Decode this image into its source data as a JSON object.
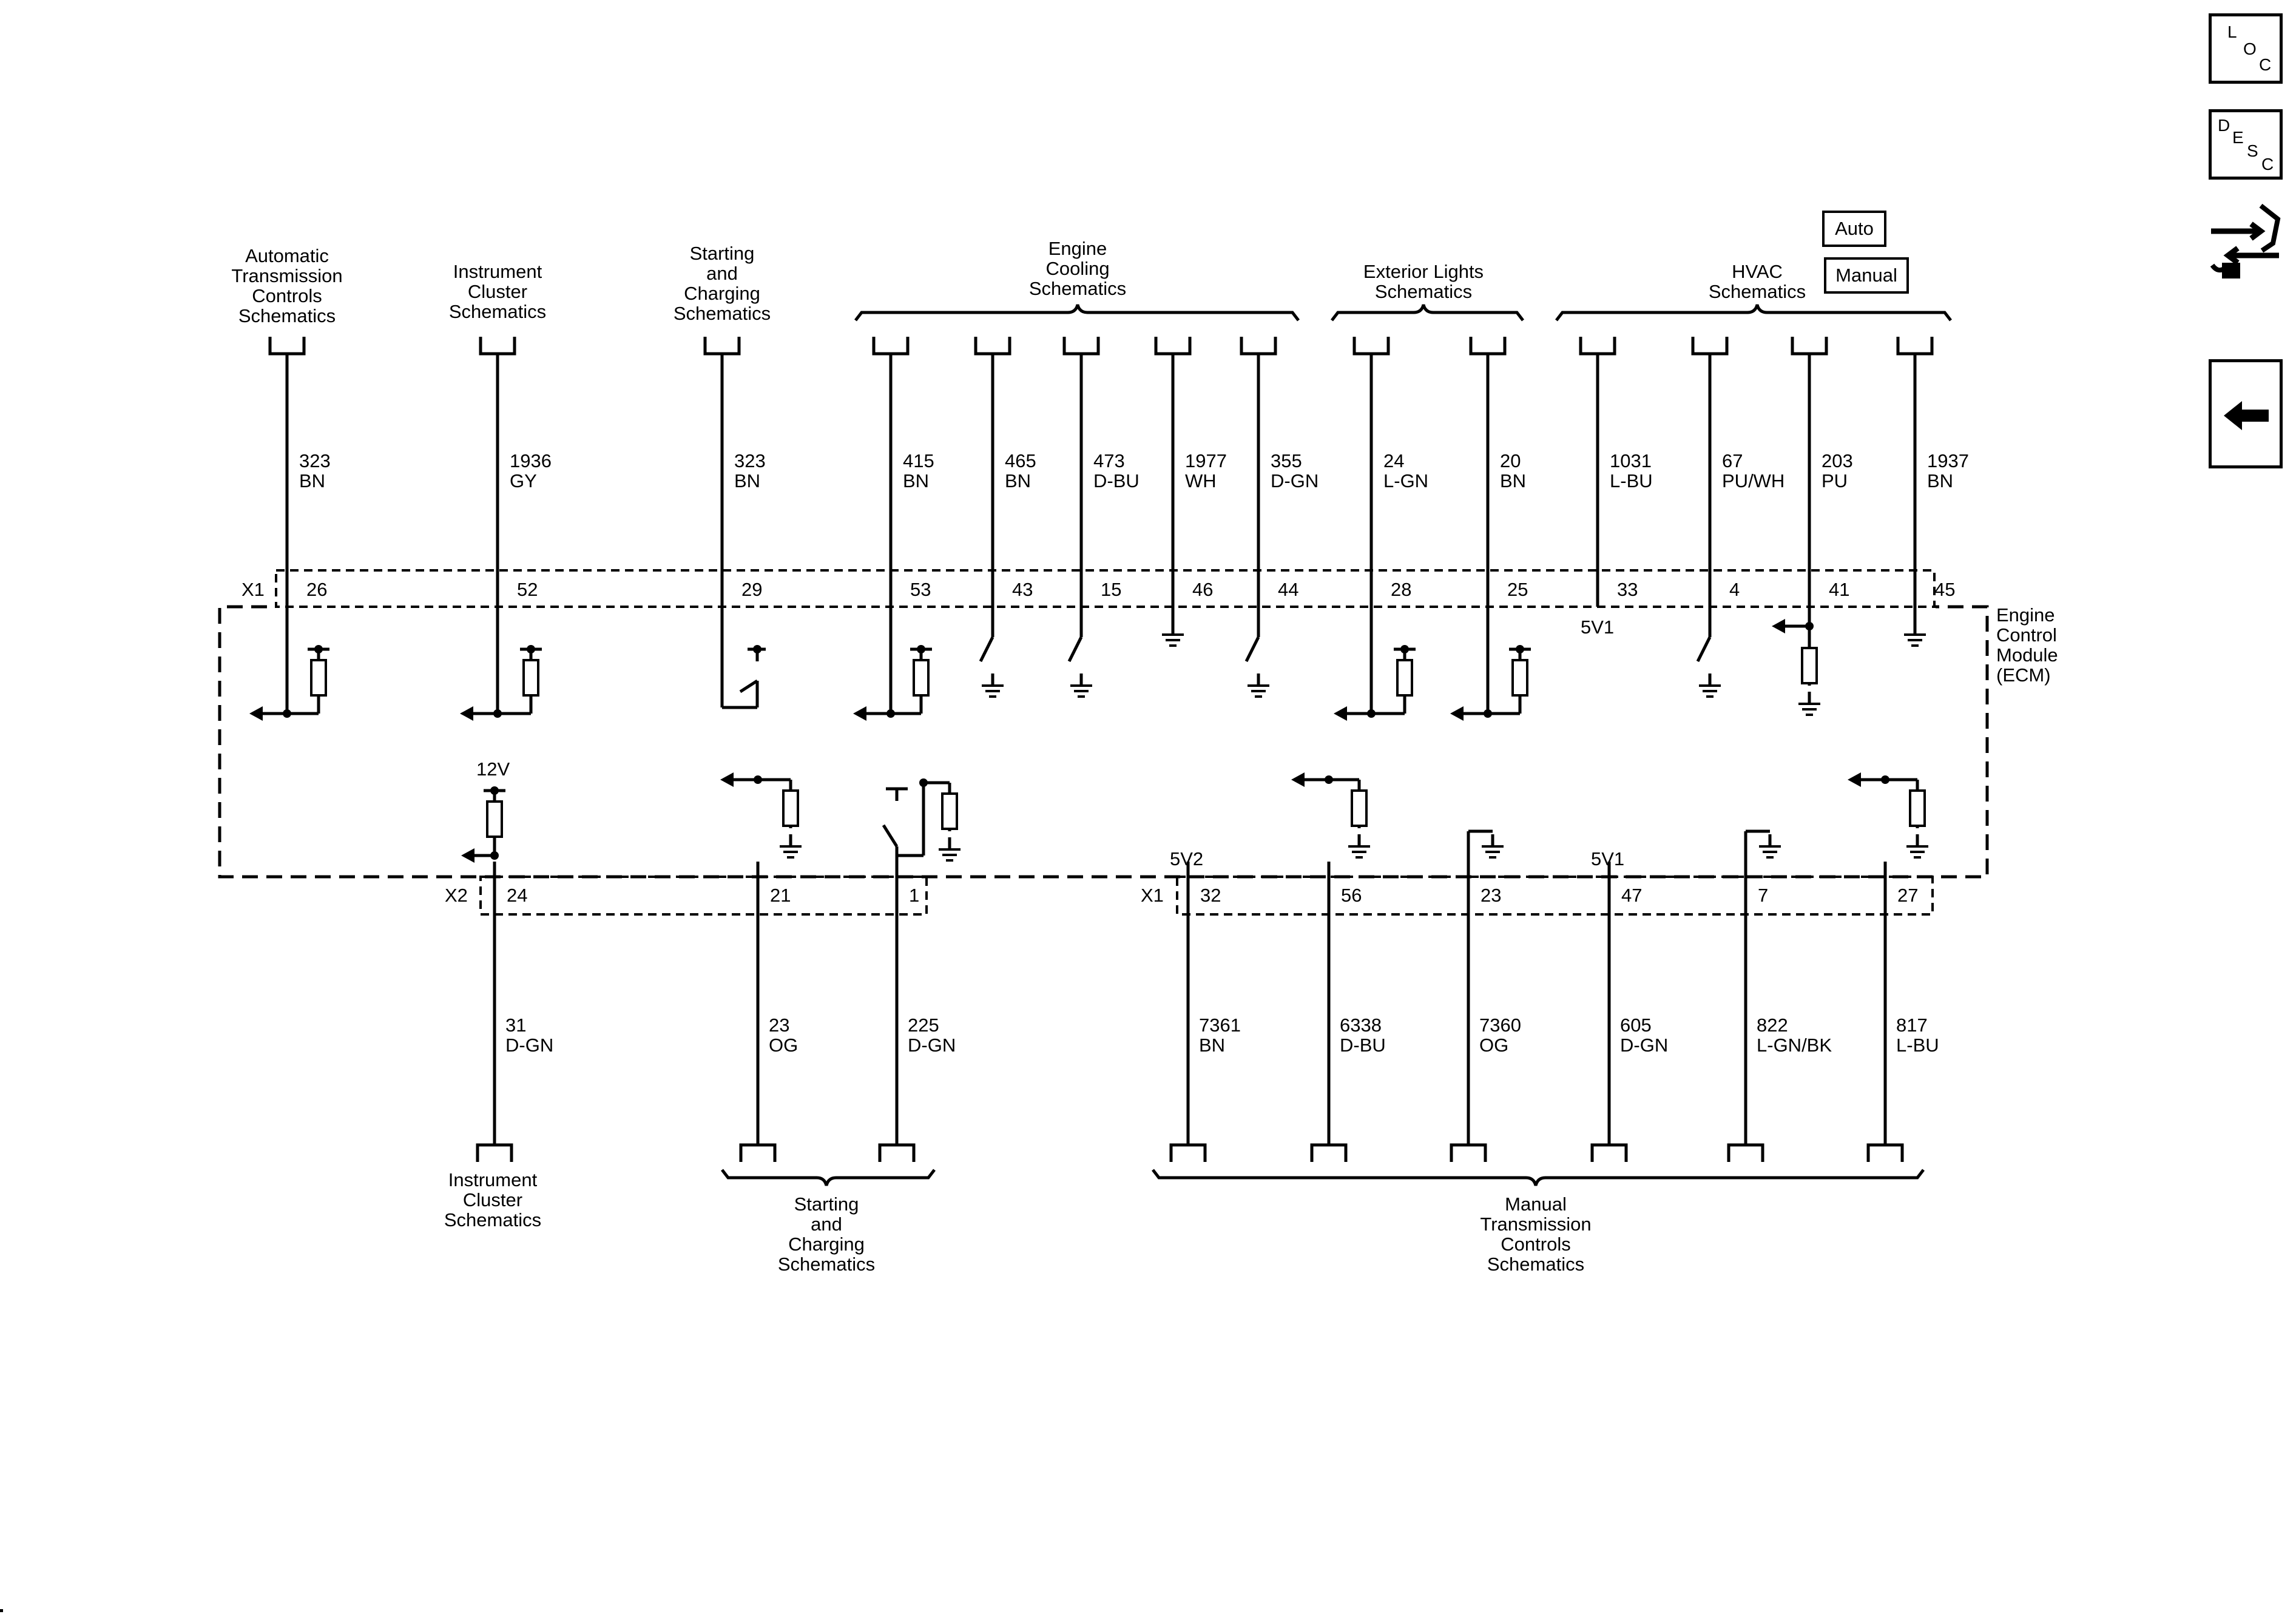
{
  "nav": {
    "loc": {
      "l1": "L",
      "l2": "O",
      "l3": "C"
    },
    "desc": {
      "l1": "D",
      "l2": "E",
      "l3": "S",
      "l4": "C"
    },
    "connector_icon": "connector-end-view-icon",
    "back_icon": "back-arrow-icon"
  },
  "modes": {
    "auto": "Auto",
    "manual": "Manual"
  },
  "module": {
    "l1": "Engine",
    "l2": "Control",
    "l3": "Module",
    "l4": "(ECM)"
  },
  "connectors": {
    "x1_top": "X1",
    "x2": "X2",
    "x1_bottom": "X1"
  },
  "voltages": {
    "v12": "12V",
    "v5v1_top": "5V1",
    "v5v2": "5V2",
    "v5v1_bottom": "5V1"
  },
  "top_destinations": [
    {
      "lines": [
        "Automatic",
        "Transmission",
        "Controls",
        "Schematics"
      ]
    },
    {
      "lines": [
        "Instrument",
        "Cluster",
        "Schematics"
      ]
    },
    {
      "lines": [
        "Starting",
        "and",
        "Charging",
        "Schematics"
      ]
    },
    {
      "lines": [
        "Engine",
        "Cooling",
        "Schematics"
      ]
    },
    {
      "lines": [
        "Exterior Lights",
        "Schematics"
      ]
    },
    {
      "lines": [
        "HVAC",
        "Schematics"
      ]
    }
  ],
  "top_circuits": [
    {
      "circuit": "323",
      "color": "BN",
      "pin": "26"
    },
    {
      "circuit": "1936",
      "color": "GY",
      "pin": "52"
    },
    {
      "circuit": "323",
      "color": "BN",
      "pin": "29"
    },
    {
      "circuit": "415",
      "color": "BN",
      "pin": "53"
    },
    {
      "circuit": "465",
      "color": "BN",
      "pin": "43"
    },
    {
      "circuit": "473",
      "color": "D-BU",
      "pin": "15"
    },
    {
      "circuit": "1977",
      "color": "WH",
      "pin": "46"
    },
    {
      "circuit": "355",
      "color": "D-GN",
      "pin": "44"
    },
    {
      "circuit": "24",
      "color": "L-GN",
      "pin": "28"
    },
    {
      "circuit": "20",
      "color": "BN",
      "pin": "25"
    },
    {
      "circuit": "1031",
      "color": "L-BU",
      "pin": "33"
    },
    {
      "circuit": "67",
      "color": "PU/WH",
      "pin": "4"
    },
    {
      "circuit": "203",
      "color": "PU",
      "pin": "41"
    },
    {
      "circuit": "1937",
      "color": "BN",
      "pin": "45"
    }
  ],
  "bottom_circuits": [
    {
      "circuit": "31",
      "color": "D-GN",
      "pin": "24"
    },
    {
      "circuit": "23",
      "color": "OG",
      "pin": "21"
    },
    {
      "circuit": "225",
      "color": "D-GN",
      "pin": "1"
    },
    {
      "circuit": "7361",
      "color": "BN",
      "pin": "32"
    },
    {
      "circuit": "6338",
      "color": "D-BU",
      "pin": "56"
    },
    {
      "circuit": "7360",
      "color": "OG",
      "pin": "23"
    },
    {
      "circuit": "605",
      "color": "D-GN",
      "pin": "47"
    },
    {
      "circuit": "822",
      "color": "L-GN/BK",
      "pin": "7"
    },
    {
      "circuit": "817",
      "color": "L-BU",
      "pin": "27"
    }
  ],
  "bottom_destinations": [
    {
      "lines": [
        "Instrument",
        "Cluster",
        "Schematics"
      ]
    },
    {
      "lines": [
        "Starting",
        "and",
        "Charging",
        "Schematics"
      ]
    },
    {
      "lines": [
        "Manual",
        "Transmission",
        "Controls",
        "Schematics"
      ]
    }
  ]
}
